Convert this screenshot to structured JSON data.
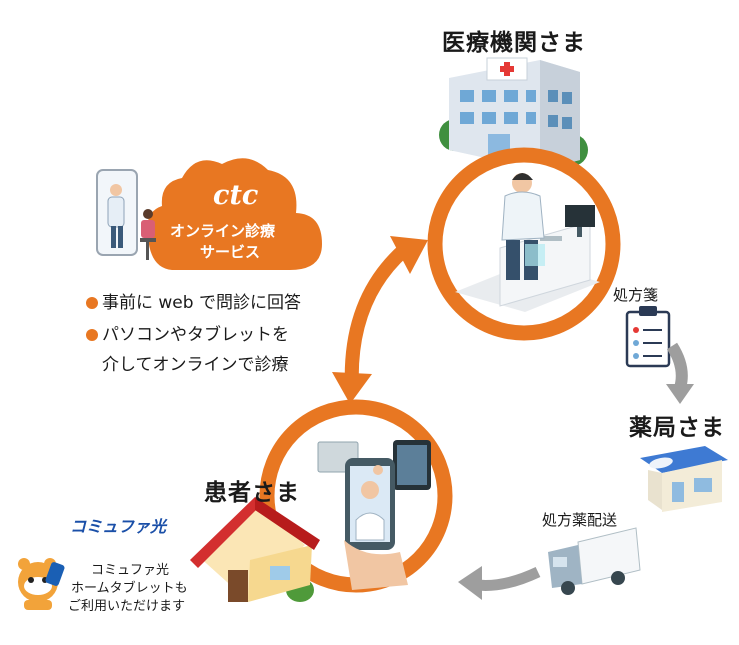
{
  "hospital": {
    "title": "医療機関さま"
  },
  "pharmacy": {
    "title": "薬局さま"
  },
  "patient": {
    "title": "患者さま"
  },
  "service": {
    "brand": "ctc",
    "line1": "オンライン診療",
    "line2": "サービス"
  },
  "bullets": [
    {
      "text": "事前に web で問診に回答"
    },
    {
      "text": "パソコンやタブレットを"
    },
    {
      "text": "介してオンラインで診療"
    }
  ],
  "flow": {
    "prescription": "処方箋",
    "delivery": "処方薬配送"
  },
  "commufa": {
    "logo": "コミュファ光",
    "line1": "コミュファ光",
    "line2": "ホームタブレットも",
    "line3": "ご利用いただけます"
  },
  "colors": {
    "accent": "#e87722",
    "arrow_gray": "#9e9e9e"
  },
  "icons": [
    "hospital-building-icon",
    "doctor-at-desk-icon",
    "prescription-clipboard-icon",
    "pharmacy-building-icon",
    "delivery-truck-icon",
    "house-icon",
    "tablet-video-call-icon",
    "cloud-icon",
    "raccoon-mascot-icon"
  ]
}
